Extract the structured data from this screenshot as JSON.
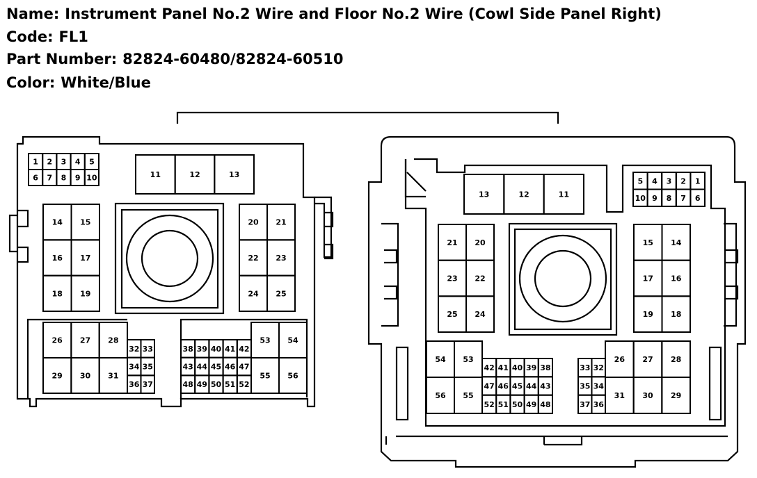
{
  "header": {
    "name_label": "Name:",
    "name_value": "Instrument Panel No.2 Wire and Floor No.2 Wire (Cowl Side Panel Right)",
    "code_label": "Code:",
    "code_value": "FL1",
    "part_label": "Part Number:",
    "part_value": "82824-60480/82824-60510",
    "color_label": "Color:",
    "color_value": "White/Blue"
  },
  "diagram": {
    "line_color": "#000000",
    "left_connector": {
      "top_block": [
        [
          "1",
          "2",
          "3",
          "4",
          "5"
        ],
        [
          "6",
          "7",
          "8",
          "9",
          "10"
        ]
      ],
      "large_row": [
        "11",
        "12",
        "13"
      ],
      "left_grid": [
        [
          "14",
          "15"
        ],
        [
          "16",
          "17"
        ],
        [
          "18",
          "19"
        ]
      ],
      "right_grid": [
        [
          "20",
          "21"
        ],
        [
          "22",
          "23"
        ],
        [
          "24",
          "25"
        ]
      ],
      "bottom_left_big": [
        [
          "26",
          "27",
          "28"
        ],
        [
          "29",
          "30",
          "31"
        ]
      ],
      "bottom_left_small": [
        [
          "32",
          "33"
        ],
        [
          "34",
          "35"
        ],
        [
          "36",
          "37"
        ]
      ],
      "bottom_right_small": [
        [
          "38",
          "39",
          "40",
          "41",
          "42"
        ],
        [
          "43",
          "44",
          "45",
          "46",
          "47"
        ],
        [
          "48",
          "49",
          "50",
          "51",
          "52"
        ]
      ],
      "bottom_right_big": [
        [
          "53",
          "54"
        ],
        [
          "55",
          "56"
        ]
      ]
    },
    "right_connector": {
      "top_block": [
        [
          "5",
          "4",
          "3",
          "2",
          "1"
        ],
        [
          "10",
          "9",
          "8",
          "7",
          "6"
        ]
      ],
      "large_row": [
        "13",
        "12",
        "11"
      ],
      "left_grid": [
        [
          "21",
          "20"
        ],
        [
          "23",
          "22"
        ],
        [
          "25",
          "24"
        ]
      ],
      "right_grid": [
        [
          "15",
          "14"
        ],
        [
          "17",
          "16"
        ],
        [
          "19",
          "18"
        ]
      ],
      "bottom_left_big": [
        [
          "54",
          "53"
        ],
        [
          "56",
          "55"
        ]
      ],
      "bottom_left_small": [
        [
          "42",
          "41",
          "40",
          "39",
          "38"
        ],
        [
          "47",
          "46",
          "45",
          "44",
          "43"
        ],
        [
          "52",
          "51",
          "50",
          "49",
          "48"
        ]
      ],
      "bottom_right_small": [
        [
          "33",
          "32"
        ],
        [
          "35",
          "34"
        ],
        [
          "37",
          "36"
        ]
      ],
      "bottom_right_big": [
        [
          "26",
          "27",
          "28"
        ],
        [
          "31",
          "30",
          "29"
        ]
      ]
    }
  }
}
